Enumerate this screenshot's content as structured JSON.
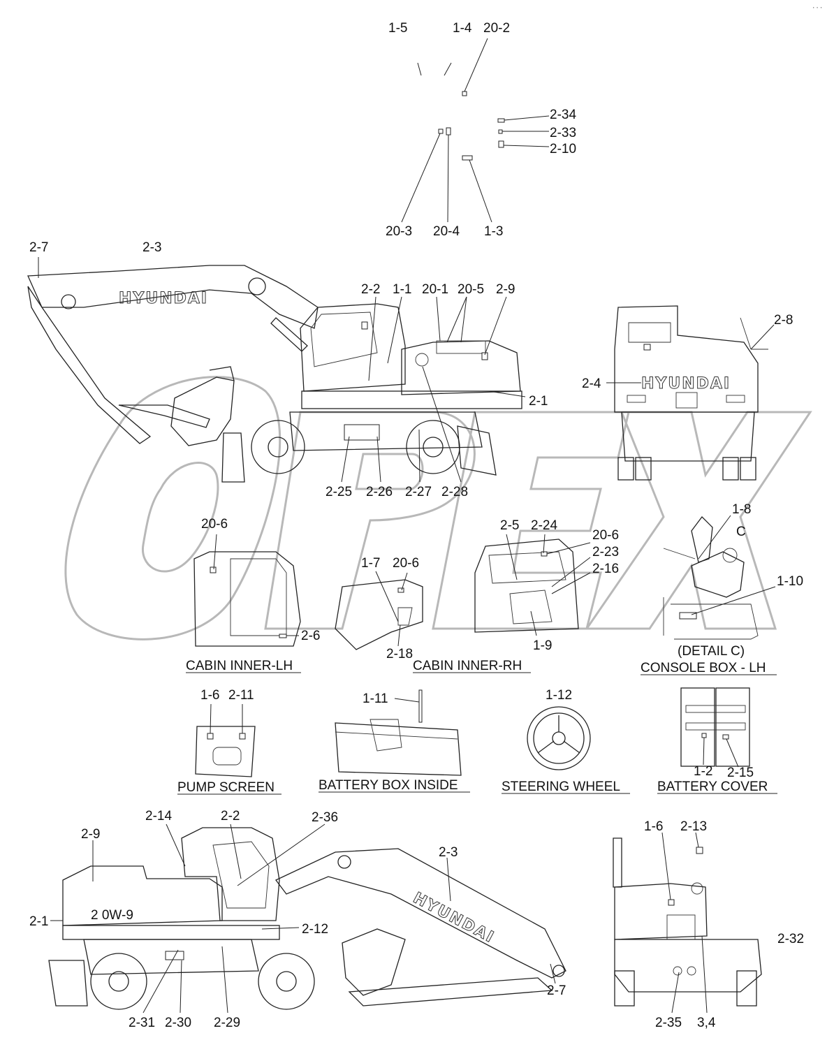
{
  "corner_mark": "···",
  "watermark": "OPEX",
  "brand_text": "HYUNDAI",
  "model_text": "2 0W-9",
  "captions": {
    "cabin_inner_lh": "CABIN INNER-LH",
    "cabin_inner_rh": "CABIN INNER-RH",
    "detail_c": "(DETAIL C)",
    "console_box_lh": "CONSOLE BOX - LH",
    "pump_screen": "PUMP SCREEN",
    "battery_box_inside": "BATTERY BOX INSIDE",
    "steering_wheel": "STEERING WHEEL",
    "battery_cover": "BATTERY COVER"
  },
  "callouts": [
    "1-5",
    "1-4",
    "20-2",
    "2-34",
    "2-33",
    "2-10",
    "20-3",
    "20-4",
    "1-3",
    "2-7",
    "2-3",
    "2-2",
    "1-1",
    "20-1",
    "20-5",
    "2-9",
    "2-8",
    "2-4",
    "2-1",
    "2-25",
    "2-26",
    "2-27",
    "2-28",
    "20-6",
    "1-7",
    "20-6",
    "2-5",
    "2-24",
    "20-6",
    "2-23",
    "2-16",
    "1-8",
    "C",
    "1-10",
    "2-6",
    "2-18",
    "1-9",
    "1-6",
    "2-11",
    "1-11",
    "1-12",
    "1-2",
    "2-15",
    "2-14",
    "2-2",
    "2-36",
    "2-9",
    "2-3",
    "1-6",
    "2-13",
    "2-1",
    "2-12",
    "2-32",
    "2-7",
    "2-31",
    "2-30",
    "2-29",
    "2-35",
    "3,4"
  ]
}
